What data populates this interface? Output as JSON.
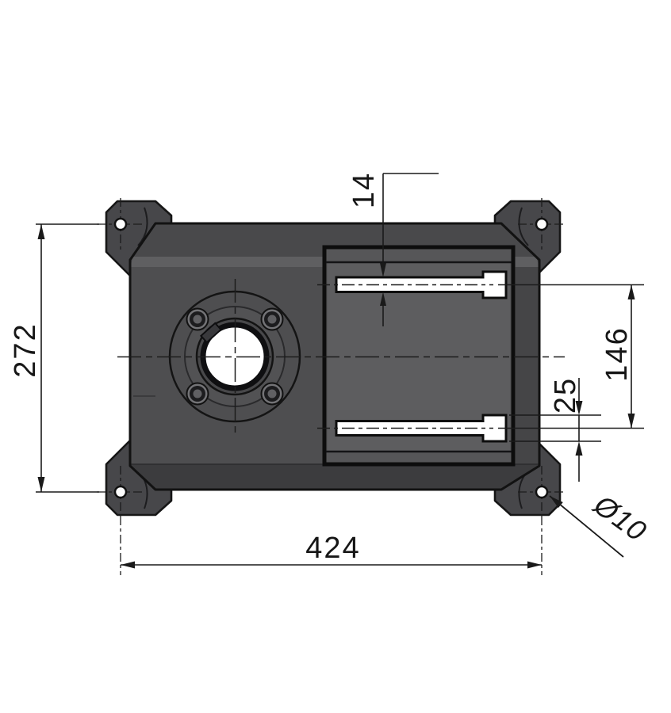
{
  "drawing": {
    "title": "gearbox-housing-front-view",
    "labels_visible": [
      "272",
      "424",
      "14",
      "146",
      "25",
      "Ø10"
    ]
  },
  "dimensions": {
    "bolt_pattern_height": "272",
    "bolt_pattern_width": "424",
    "slot_width": "14",
    "slot_center_distance": "146",
    "slot_end_width": "25",
    "corner_hole_diameter": "Ø10"
  },
  "colors": {
    "background": "#ffffff",
    "body_gray": "#4e4e50",
    "roof_gray": "#49494b",
    "panel_gray": "#5d5d5f",
    "line_black": "#1a1a1a",
    "slot_fill": "#ffffff"
  }
}
